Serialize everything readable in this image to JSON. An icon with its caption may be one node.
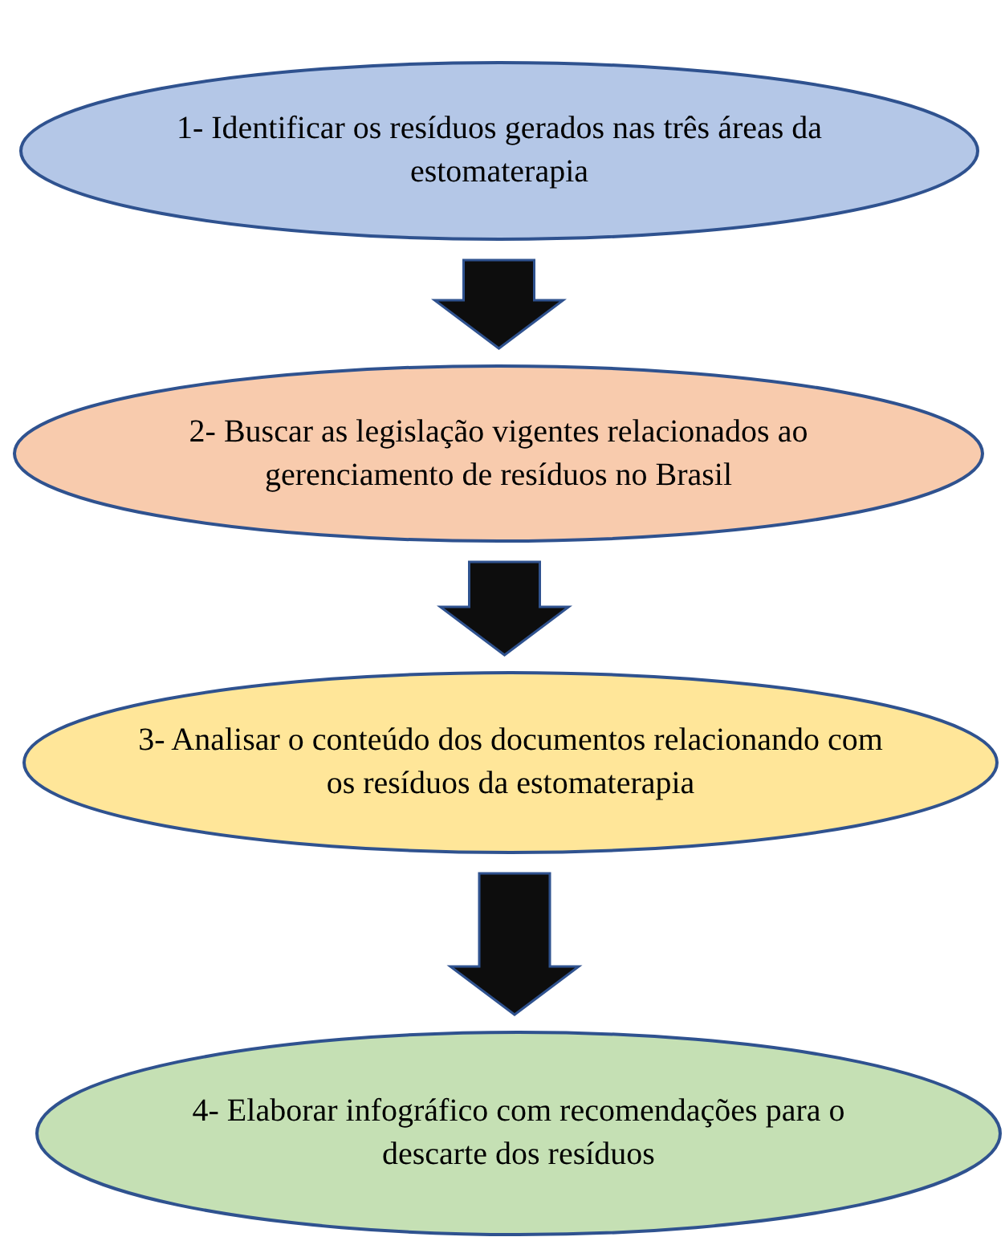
{
  "diagram": {
    "nodes": [
      {
        "text": [
          "1- Identificar os resíduos gerados nas três áreas da estomaterapia"
        ]
      },
      {
        "text": [
          "2- Buscar as legislação vigentes relacionados ao gerenciamento de resíduos no Brasil"
        ]
      },
      {
        "text": [
          "3- Analisar o conteúdo dos documentos relacionando com os resíduos da estomaterapia"
        ]
      },
      {
        "text": [
          "4- Elaborar infográfico com recomendações para o descarte dos resíduos"
        ]
      }
    ],
    "edges": [
      {
        "from": 0,
        "to": 1,
        "arrow": "to"
      },
      {
        "from": 1,
        "to": 2,
        "arrow": "to"
      },
      {
        "from": 2,
        "to": 3,
        "arrow": "to"
      }
    ]
  }
}
